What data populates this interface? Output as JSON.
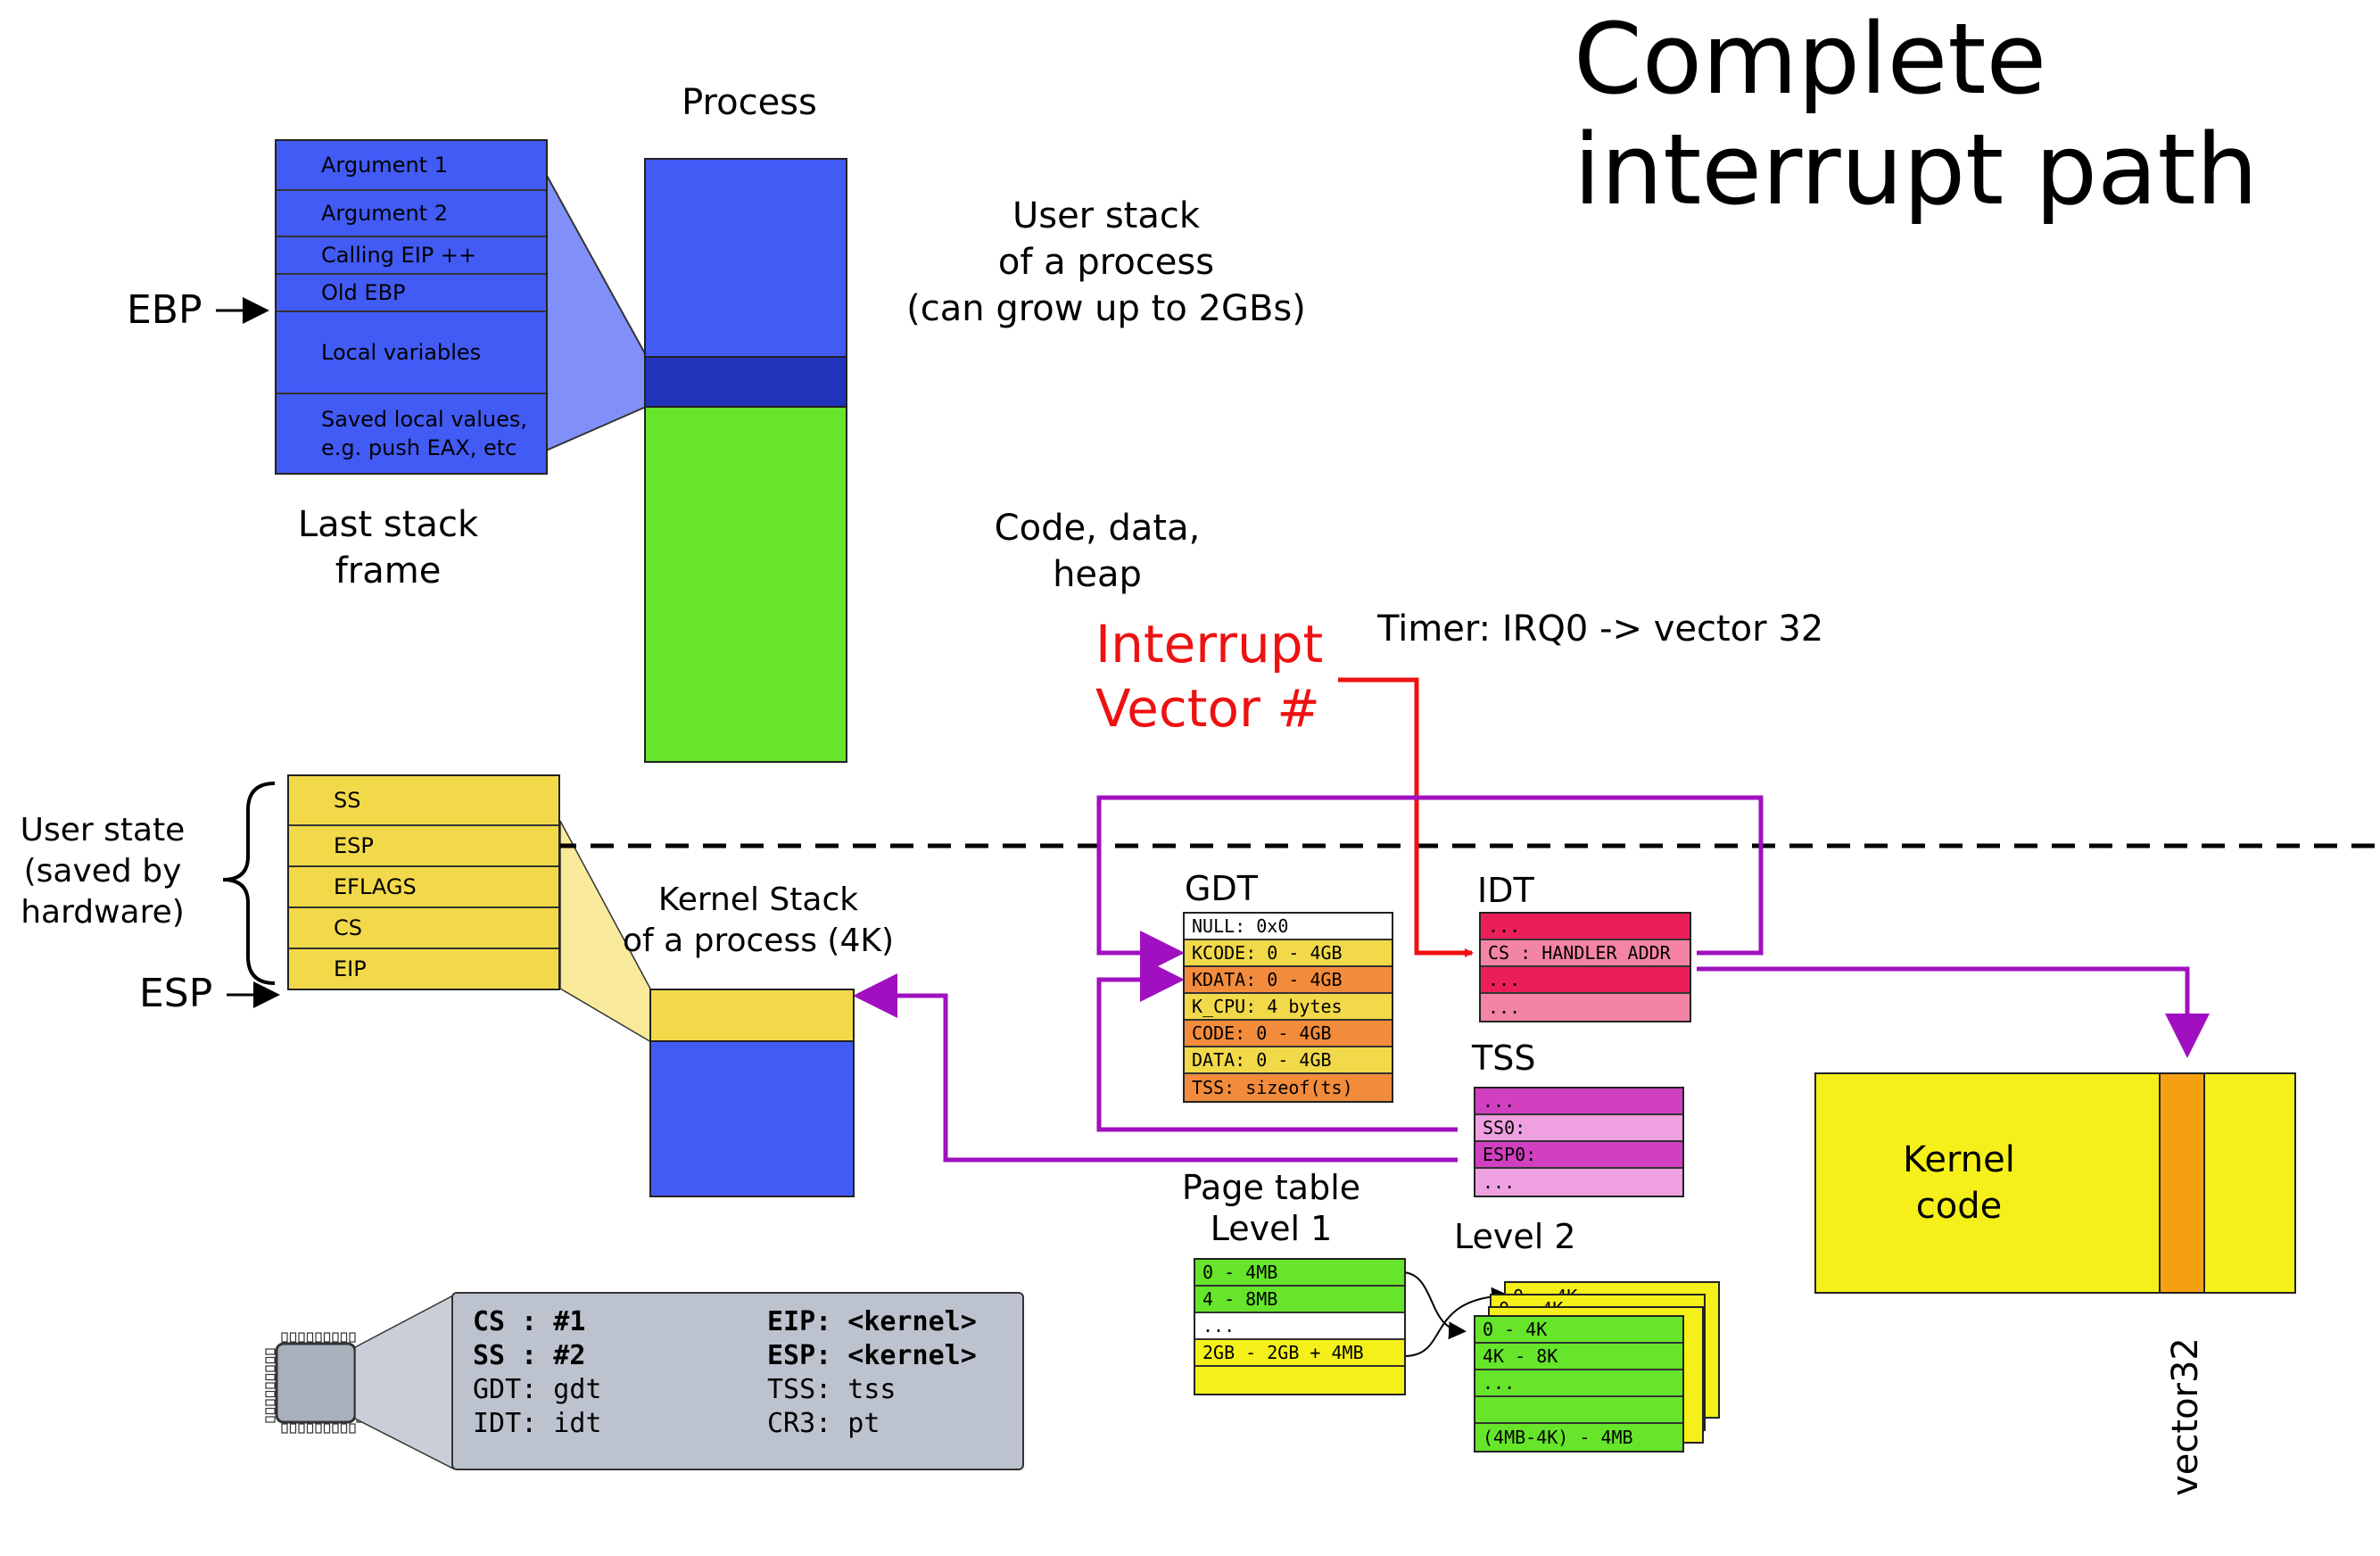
{
  "title": {
    "line1": "Complete",
    "line2": "interrupt path"
  },
  "process": {
    "label": "Process",
    "user_stack_label": [
      "User stack",
      "of a process",
      "(can grow up to 2GBs)"
    ],
    "code_label": [
      "Code, data,",
      "heap"
    ]
  },
  "last_frame": {
    "rows": [
      "Argument 1",
      "Argument 2",
      "Calling EIP ++",
      "Old EBP",
      "Local variables",
      "Saved local values,\ne.g. push EAX, etc"
    ],
    "caption": [
      "Last stack",
      "frame"
    ],
    "ebp_label": "EBP"
  },
  "user_state": {
    "label": [
      "User state",
      "(saved by",
      "hardware)"
    ],
    "rows": [
      "SS",
      "ESP",
      "EFLAGS",
      "CS",
      "EIP"
    ],
    "esp_label": "ESP"
  },
  "kernel_stack": {
    "label": [
      "Kernel Stack",
      "of a process (4K)"
    ]
  },
  "interrupt": {
    "label": [
      "Interrupt",
      "Vector #"
    ],
    "timer": "Timer: IRQ0 -> vector 32"
  },
  "gdt": {
    "title": "GDT",
    "rows": [
      {
        "text": "NULL: 0x0",
        "color": "#ffffff"
      },
      {
        "text": "KCODE: 0 - 4GB",
        "color": "#f2d94a"
      },
      {
        "text": "KDATA: 0 - 4GB",
        "color": "#f28c3c"
      },
      {
        "text": "K_CPU: 4 bytes",
        "color": "#f2d94a"
      },
      {
        "text": "CODE: 0 - 4GB",
        "color": "#f28c3c"
      },
      {
        "text": "DATA: 0 - 4GB",
        "color": "#f2d94a"
      },
      {
        "text": "TSS: sizeof(ts)",
        "color": "#f28c3c"
      }
    ]
  },
  "idt": {
    "title": "IDT",
    "rows": [
      {
        "text": "...",
        "color": "#ea1f5a"
      },
      {
        "text": "CS : HANDLER ADDR",
        "color": "#f484a4"
      },
      {
        "text": "...",
        "color": "#ea1f5a"
      },
      {
        "text": "...",
        "color": "#f484a4"
      }
    ]
  },
  "tss": {
    "title": "TSS",
    "rows": [
      {
        "text": "...",
        "color": "#d040c0"
      },
      {
        "text": "SS0:",
        "color": "#eea0e0"
      },
      {
        "text": "ESP0:",
        "color": "#d040c0"
      },
      {
        "text": "...",
        "color": "#eea0e0"
      }
    ]
  },
  "page_table": {
    "title": [
      "Page table",
      "Level 1"
    ],
    "level2_title": "Level 2",
    "level1_rows": [
      {
        "text": "0 - 4MB",
        "color": "#66e52a"
      },
      {
        "text": "4 - 8MB",
        "color": "#66e52a"
      },
      {
        "text": "...",
        "color": "#ffffff"
      },
      {
        "text": "2GB - 2GB + 4MB",
        "color": "#f5f01a"
      },
      {
        "text": "",
        "color": "#f5f01a"
      }
    ],
    "level2_rows": [
      {
        "text": "0 - 4K",
        "color": "#66e52a"
      },
      {
        "text": "4K - 8K",
        "color": "#66e52a"
      },
      {
        "text": "...",
        "color": "#66e52a"
      },
      {
        "text": "",
        "color": "#66e52a"
      },
      {
        "text": "(4MB-4K) - 4MB",
        "color": "#66e52a"
      }
    ],
    "back_rows": [
      "0 - 4K",
      "0 - 4K"
    ]
  },
  "kernel_code": {
    "label": [
      "Kernel",
      "code"
    ],
    "vector_label": "vector32"
  },
  "cpu": {
    "registers": [
      {
        "left": "CS : #1",
        "right": "EIP: <kernel>",
        "bold": true
      },
      {
        "left": "SS : #2",
        "right": "ESP: <kernel>",
        "bold": true
      },
      {
        "left": "GDT: gdt",
        "right": "TSS: tss",
        "bold": false
      },
      {
        "left": "IDT: idt",
        "right": "CR3: pt",
        "bold": false
      }
    ]
  },
  "colors": {
    "blue": "#425bf5",
    "dark_blue": "#2233bb",
    "green": "#66e52a",
    "yellow": "#f2d94a",
    "red": "#ee1111",
    "purple": "#a010c0",
    "kernel_yellow": "#f5f01a",
    "orange": "#f5a010"
  }
}
